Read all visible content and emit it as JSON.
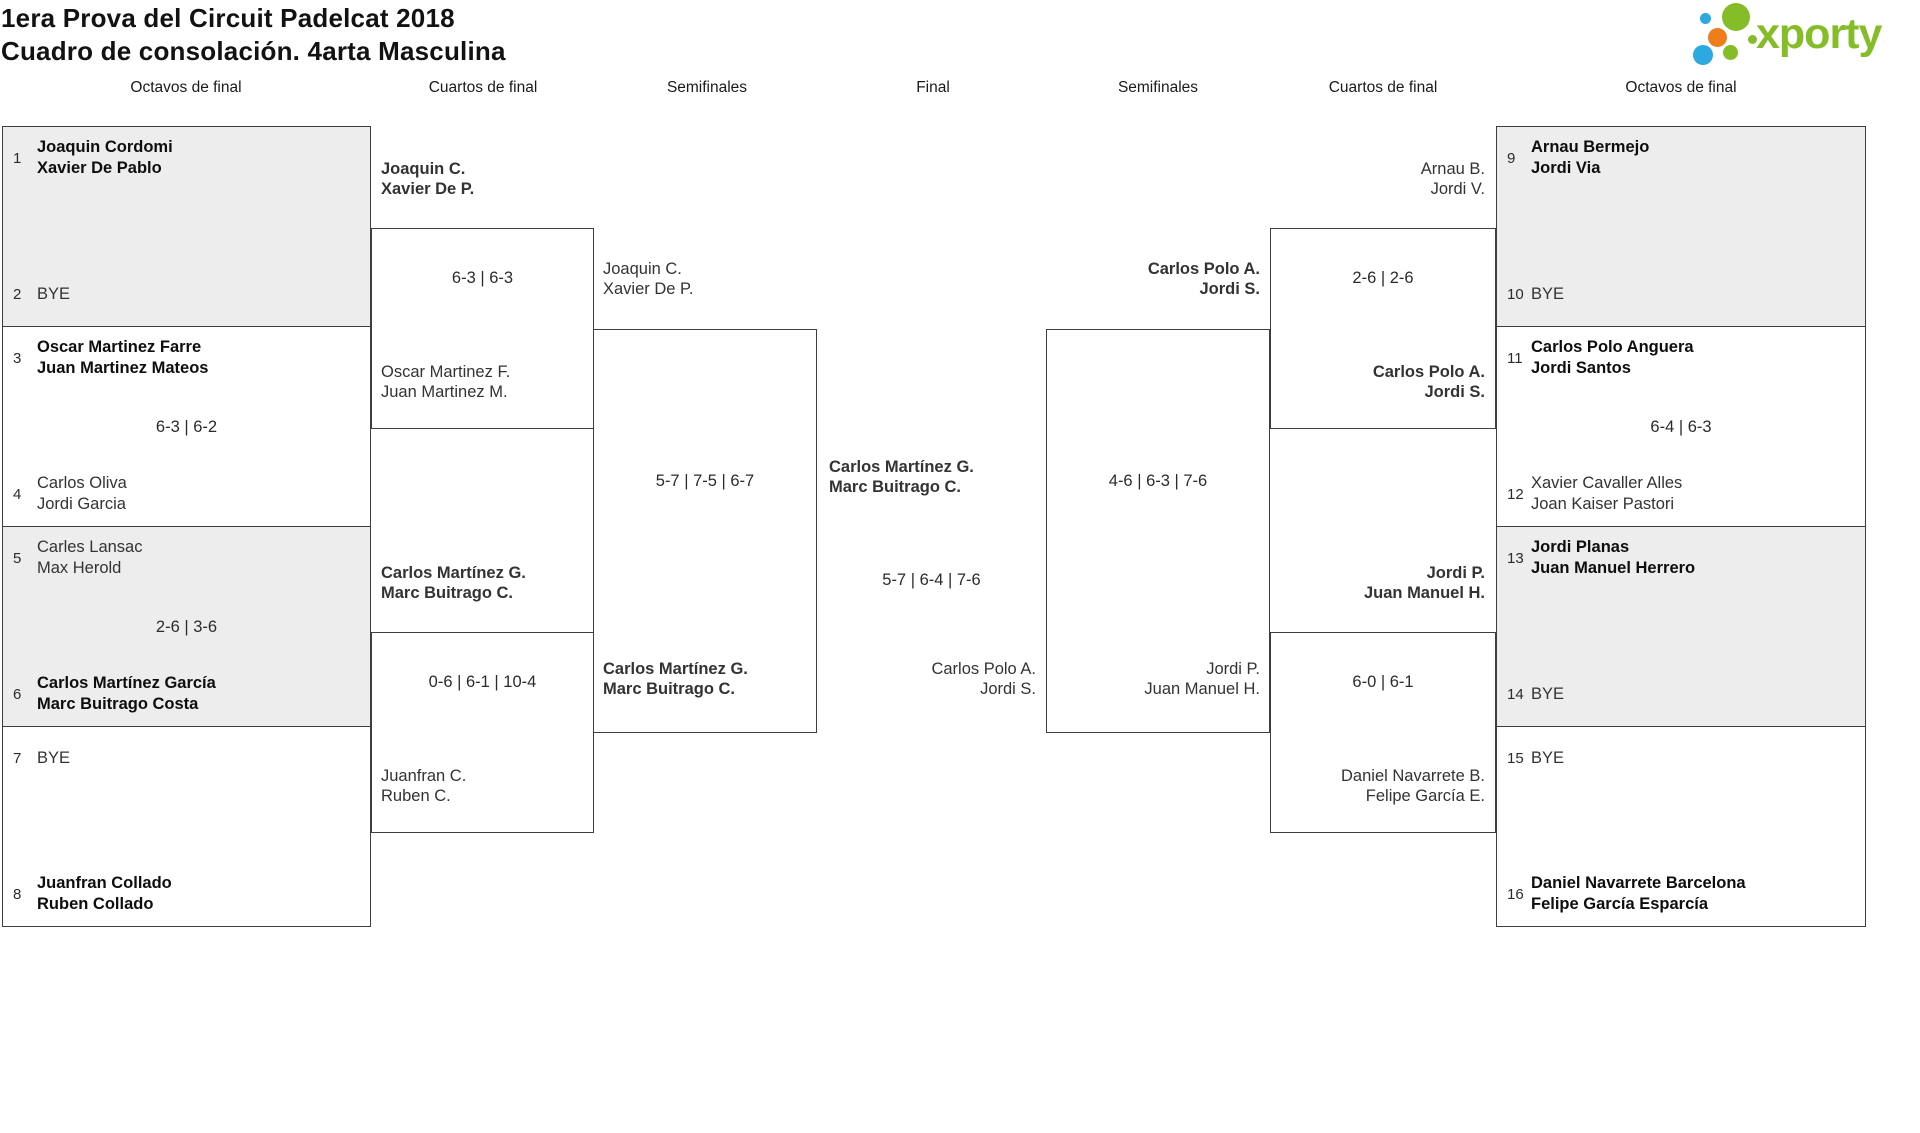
{
  "title": {
    "line1": "1era Prova del Circuit Padelcat 2018",
    "line2": "Cuadro de consolación. 4arta Masculina"
  },
  "logo": {
    "text": "xporty"
  },
  "colors": {
    "brand_green": "#84bd27",
    "dot_blue": "#2ba9e0",
    "dot_orange": "#ee7d1c",
    "box_gray": "#ededed",
    "line": "#3e3e3e"
  },
  "columns": [
    "Octavos de final",
    "Cuartos de final",
    "Semifinales",
    "Final",
    "Semifinales",
    "Cuartos de final",
    "Octavos de final"
  ],
  "bracket": {
    "octavos_left": [
      {
        "seed_top": "1",
        "top": "Joaquin Cordomi\nXavier De Pablo",
        "score": "",
        "seed_bottom": "2",
        "bottom": "BYE"
      },
      {
        "seed_top": "3",
        "top": "Oscar Martinez Farre\nJuan Martinez Mateos",
        "score": "6-3 | 6-2",
        "seed_bottom": "4",
        "bottom": "Carlos Oliva\nJordi Garcia"
      },
      {
        "seed_top": "5",
        "top": "Carles Lansac\nMax Herold",
        "score": "2-6 | 3-6",
        "seed_bottom": "6",
        "bottom": "Carlos Martínez García\nMarc Buitrago Costa"
      },
      {
        "seed_top": "7",
        "top": "BYE",
        "score": "",
        "seed_bottom": "8",
        "bottom": "Juanfran Collado\nRuben Collado"
      }
    ],
    "octavos_right": [
      {
        "seed_top": "9",
        "top": "Arnau Bermejo\nJordi Via",
        "score": "",
        "seed_bottom": "10",
        "bottom": "BYE"
      },
      {
        "seed_top": "11",
        "top": "Carlos Polo Anguera\nJordi Santos",
        "score": "6-4 | 6-3",
        "seed_bottom": "12",
        "bottom": "Xavier Cavaller Alles\nJoan Kaiser Pastori"
      },
      {
        "seed_top": "13",
        "top": "Jordi Planas\nJuan Manuel Herrero",
        "score": "",
        "seed_bottom": "14",
        "bottom": "BYE"
      },
      {
        "seed_top": "15",
        "top": "BYE",
        "score": "",
        "seed_bottom": "16",
        "bottom": "Daniel Navarrete Barcelona\nFelipe García Esparcía"
      }
    ],
    "cuartos_left": [
      {
        "top": "Joaquin C.\nXavier De P.",
        "score": "6-3 | 6-3",
        "bottom": "Oscar Martinez F.\nJuan Martinez M."
      },
      {
        "top": "Carlos Martínez G.\nMarc Buitrago C.",
        "score": "0-6 | 6-1 | 10-4",
        "bottom": "Juanfran C.\nRuben C."
      }
    ],
    "cuartos_right": [
      {
        "top": "Arnau B.\nJordi V.",
        "score": "2-6 | 2-6",
        "bottom": "Carlos Polo A.\nJordi S."
      },
      {
        "top": "Jordi P.\nJuan Manuel H.",
        "score": "6-0 | 6-1",
        "bottom": "Daniel Navarrete B.\nFelipe García E."
      }
    ],
    "semifinal_left": {
      "top": "Joaquin C.\nXavier De P.",
      "score": "5-7 | 7-5 | 6-7",
      "bottom": "Carlos Martínez G.\nMarc Buitrago C."
    },
    "semifinal_right": {
      "top": "Carlos Polo A.\nJordi S.",
      "score": "4-6 | 6-3 | 7-6",
      "bottom": "Jordi P.\nJuan Manuel H."
    },
    "final": {
      "top": "Carlos Martínez G.\nMarc Buitrago C.",
      "score": "5-7 | 6-4 | 7-6",
      "bottom": "Carlos Polo A.\nJordi S."
    }
  }
}
